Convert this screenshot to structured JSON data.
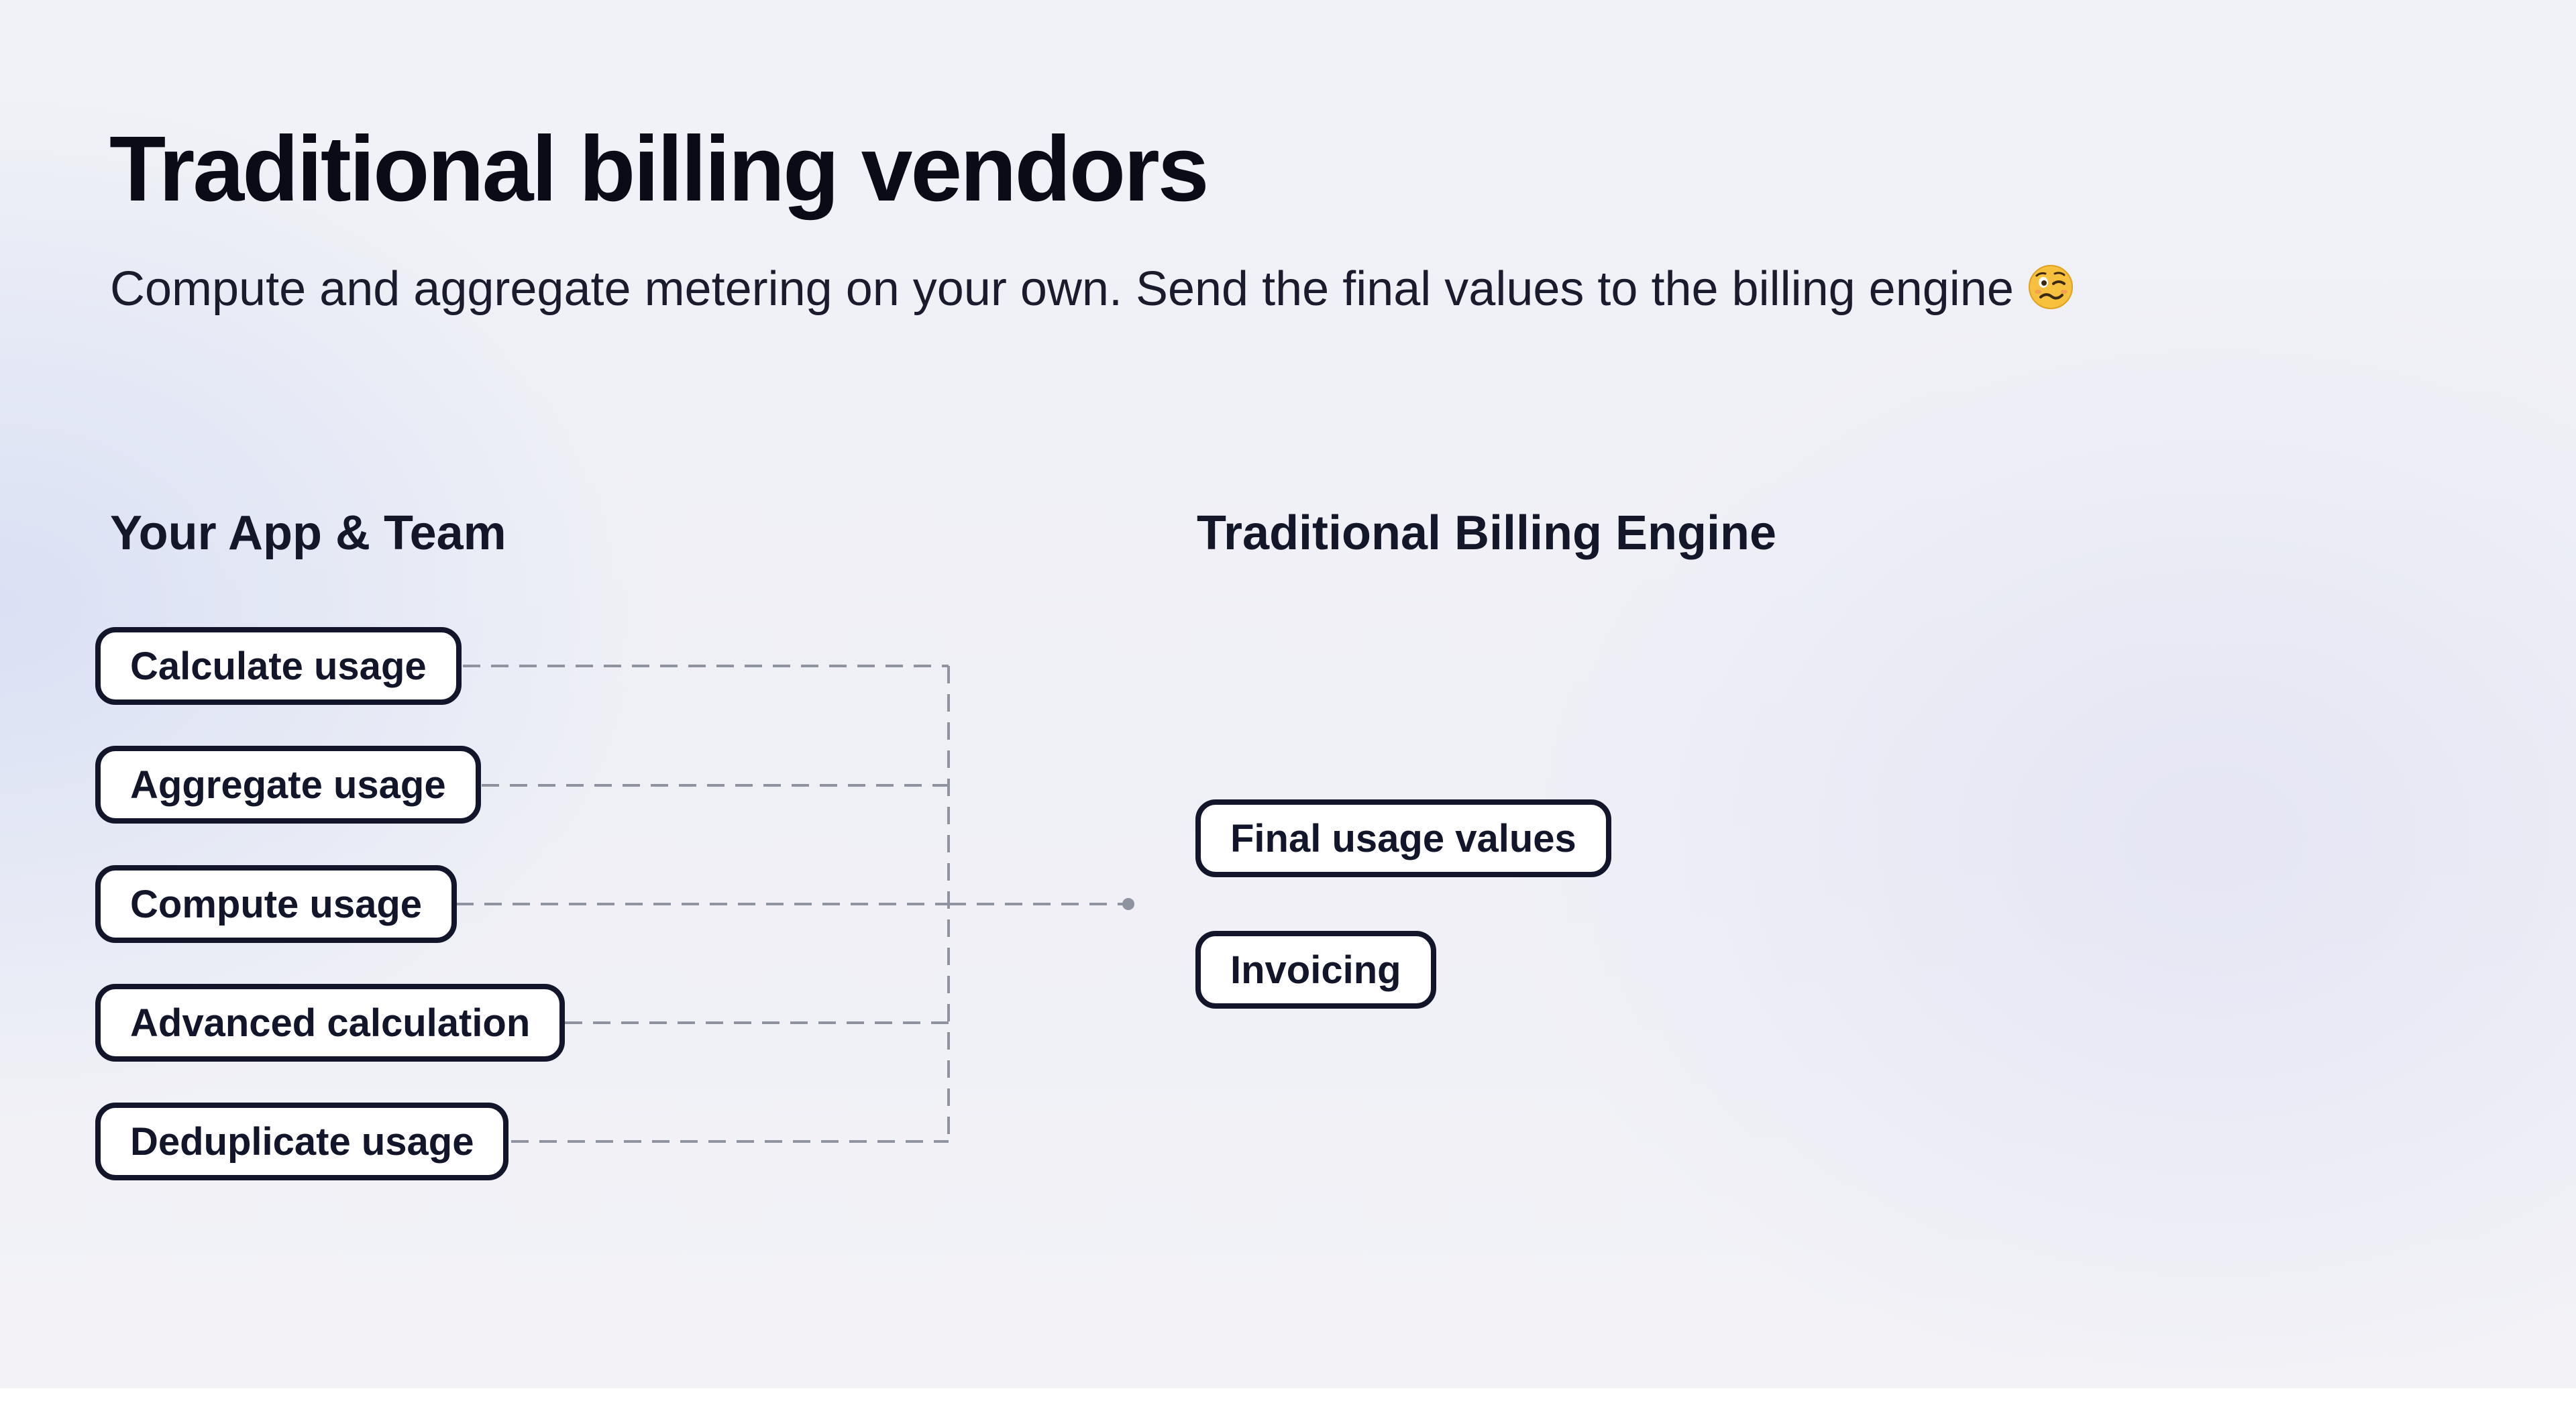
{
  "title": "Traditional billing vendors",
  "subtitle": "Compute and aggregate metering on your own. Send the final values to the billing engine",
  "subtitle_emoji": "woozy-face-icon",
  "left_column": {
    "heading": "Your App & Team",
    "items": [
      {
        "label": "Calculate usage"
      },
      {
        "label": "Aggregate usage"
      },
      {
        "label": "Compute usage"
      },
      {
        "label": "Advanced calculation"
      },
      {
        "label": "Deduplicate usage"
      }
    ]
  },
  "right_column": {
    "heading": "Traditional Billing Engine",
    "items": [
      {
        "label": "Final usage values"
      },
      {
        "label": "Invoicing"
      }
    ]
  },
  "colors": {
    "text": "#13162a",
    "connector": "#8f929f",
    "pill_background": "#ffffff"
  }
}
